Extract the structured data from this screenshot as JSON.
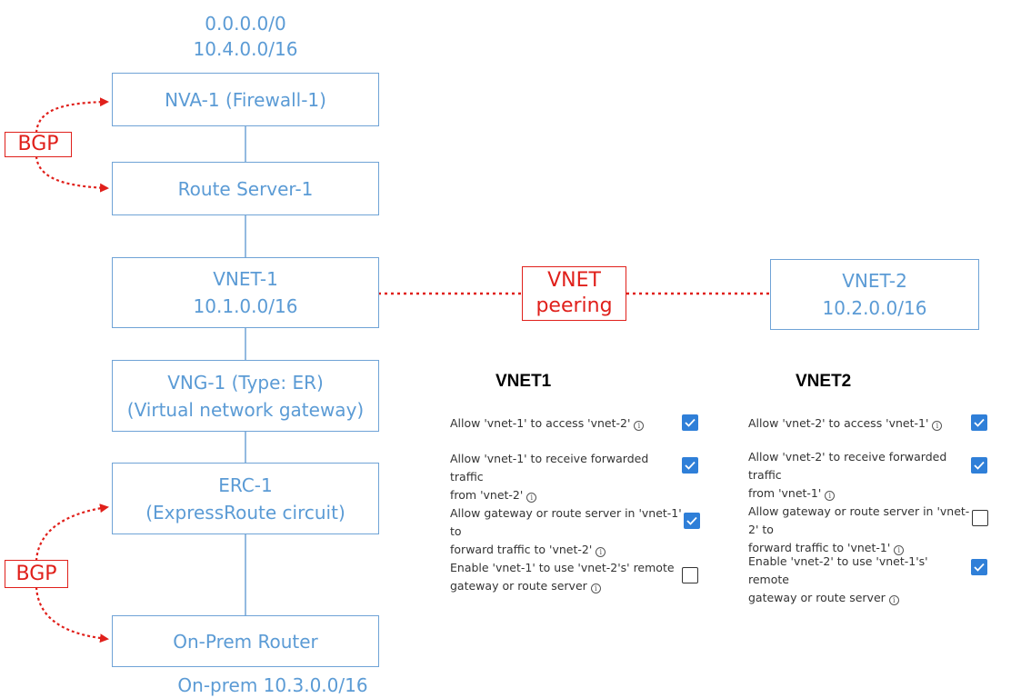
{
  "top_labels": {
    "line1": "0.0.0.0/0",
    "line2": "10.4.0.0/16"
  },
  "bottom_label": "On-prem 10.3.0.0/16",
  "nodes": {
    "nva1": {
      "line1": "NVA-1 (Firewall-1)"
    },
    "rs1": {
      "line1": "Route Server-1"
    },
    "vnet1": {
      "line1": "VNET-1",
      "line2": "10.1.0.0/16"
    },
    "vng1": {
      "line1": "VNG-1 (Type: ER)",
      "line2": "(Virtual network gateway)"
    },
    "erc1": {
      "line1": "ERC-1",
      "line2": "(ExpressRoute circuit)"
    },
    "onprem": {
      "line1": "On-Prem Router"
    },
    "vnet2": {
      "line1": "VNET-2",
      "line2": "10.2.0.0/16"
    }
  },
  "bgp_top": "BGP",
  "bgp_bottom": "BGP",
  "peering": {
    "line1": "VNET",
    "line2": "peering"
  },
  "colors": {
    "node": "#5b9bd5",
    "red": "#e0201b",
    "checkbox": "#2f7fd8"
  },
  "panels": {
    "vnet1": {
      "title": "VNET1",
      "options": [
        {
          "line1": "Allow 'vnet-1' to access 'vnet-2'",
          "line2": "",
          "checked": true
        },
        {
          "line1": "Allow 'vnet-1' to receive forwarded traffic",
          "line2": "from 'vnet-2'",
          "checked": true
        },
        {
          "line1": "Allow gateway or route server in 'vnet-1' to",
          "line2": "forward traffic to 'vnet-2'",
          "checked": true
        },
        {
          "line1": "Enable 'vnet-1' to use 'vnet-2's' remote",
          "line2": "gateway or route server",
          "checked": false
        }
      ]
    },
    "vnet2": {
      "title": "VNET2",
      "options": [
        {
          "line1": "Allow 'vnet-2' to access 'vnet-1'",
          "line2": "",
          "checked": true
        },
        {
          "line1": "Allow 'vnet-2' to receive forwarded traffic",
          "line2": "from 'vnet-1'",
          "checked": true
        },
        {
          "line1": "Allow gateway or route server in 'vnet-2' to",
          "line2": "forward traffic to 'vnet-1'",
          "checked": false
        },
        {
          "line1": "Enable 'vnet-2' to use 'vnet-1's' remote",
          "line2": "gateway or route server",
          "checked": true
        }
      ]
    }
  }
}
